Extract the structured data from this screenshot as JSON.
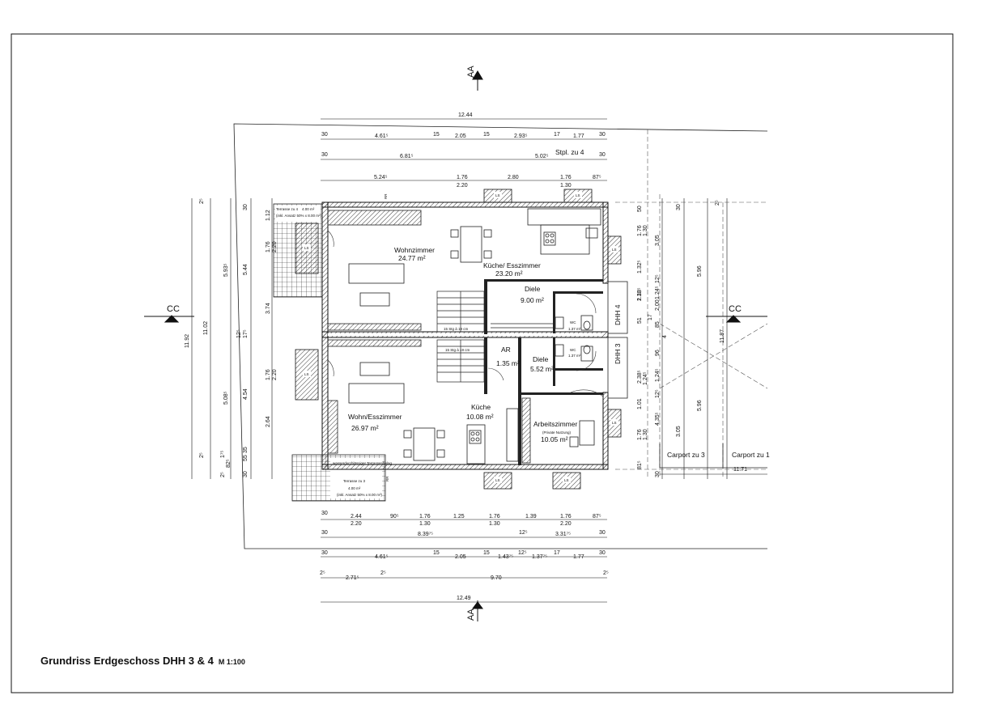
{
  "title": {
    "main": "Grundriss Erdgeschoss DHH 3 & 4",
    "scale": "M 1:100"
  },
  "section_marks": {
    "aa": "AA",
    "cc": "CC"
  },
  "rooms": {
    "wohnzimmer": {
      "name": "Wohnzimmer",
      "area": "24.77 m²"
    },
    "kueche_esszimmer": {
      "name": "Küche/ Esszimmer",
      "area": "23.20 m²"
    },
    "diele4": {
      "name": "Diele",
      "area": "9.00 m²"
    },
    "wc4": {
      "name": "WC",
      "area": "1.37 m²"
    },
    "wohn_esszimmer": {
      "name": "Wohn/Esszimmer",
      "area": "26.97 m²"
    },
    "ar": {
      "name": "AR",
      "area": "1.35 m²"
    },
    "diele3": {
      "name": "Diele",
      "area": "5.52 m²"
    },
    "wc3": {
      "name": "WC",
      "area": "1.37 m²"
    },
    "kueche": {
      "name": "Küche",
      "area": "10.08 m²"
    },
    "arbeitszimmer": {
      "name": "Arbeitszimmer",
      "note": "(Private Nutzung)",
      "area": "10.05 m²"
    },
    "terrasse4": {
      "name": "Terrasse zu 4",
      "area": "4.00 m²",
      "note": "(inkl. Ansatz 50% x 8.00 m²)"
    },
    "terrasse3": {
      "name": "Terrasse zu 3",
      "area": "4.00 m²",
      "note": "(inkl. Ansatz 50% x 8.00 m²)",
      "surface": "wasserdurchlässiger Terrassenbelag"
    },
    "stpl4": {
      "name": "Stpl. zu 4"
    },
    "carport3": {
      "name": "Carport zu 3"
    },
    "carport1": {
      "name": "Carport zu 1"
    }
  },
  "labels": {
    "dhh4": "DHH 4",
    "dhh3": "DHH 3",
    "stairs4": "15 Stg à 19 cm",
    "stairs3": "15 Stg à 19 cm",
    "ls": "LS",
    "rr": "RR"
  },
  "dims": {
    "top_overall": "12.44",
    "top_row1": [
      "30",
      "4.61⁵",
      "15",
      "2.05",
      "15",
      "2.93⁵",
      "17",
      "1.77",
      "30"
    ],
    "top_row2": [
      "30",
      "6.81⁵",
      "5.02⁵",
      "30"
    ],
    "top_row3": [
      "5.24⁵",
      "1.76",
      "2.20",
      "2.80",
      "1.76",
      "1.30",
      "87⁵"
    ],
    "bottom_row1": [
      "30",
      "2.44",
      "2.20",
      "90⁵",
      "1.76",
      "1.30",
      "1.25",
      "1.76",
      "1.30",
      "1.39",
      "1.76",
      "2.20",
      "87⁵"
    ],
    "bottom_row2": [
      "30",
      "8.39⁷⁵",
      "12⁵",
      "3.31⁷⁵",
      "30"
    ],
    "bottom_row3": [
      "30",
      "4.61⁵",
      "15",
      "2.05",
      "15",
      "1.43⁷⁵",
      "12⁵",
      "1.37⁷⁵",
      "17",
      "1.77",
      "30"
    ],
    "bottom_row4": [
      "2⁵",
      "2.71⁵",
      "2⁵",
      "9.70",
      "2⁵"
    ],
    "bottom_overall": "12.49",
    "left_overall": "11.92",
    "left_inner": "11.02",
    "left_upper": "5.93⁵",
    "left_lower": "5.08⁵",
    "left_parts": [
      "30",
      "1.12",
      "1.76",
      "2.20",
      "5.44",
      "3.74",
      "17⁵",
      "12⁵",
      "1.76",
      "2.20",
      "4.54",
      "2.64",
      "55",
      "35",
      "82⁵",
      "30"
    ],
    "left_small": [
      "2⁵",
      "2⁵",
      "1⁷⁵",
      "2⁵"
    ],
    "right_parts": [
      "30",
      "50",
      "1.76",
      "1.30",
      "1.32⁵",
      "3.05",
      "12⁵",
      "2.38",
      "1.24⁵",
      "51",
      "85",
      "17",
      "96",
      "1.24⁵",
      "2.38⁵",
      "12⁵",
      "1.01",
      "1.76",
      "1.30",
      "81⁵",
      "30",
      "4.35⁵",
      "3.05",
      "5.96",
      "5.96",
      "11.87",
      "1.13⁵",
      "1.24⁵",
      "2.00",
      "4",
      "2⁵"
    ],
    "right_bottom": "11.71"
  }
}
